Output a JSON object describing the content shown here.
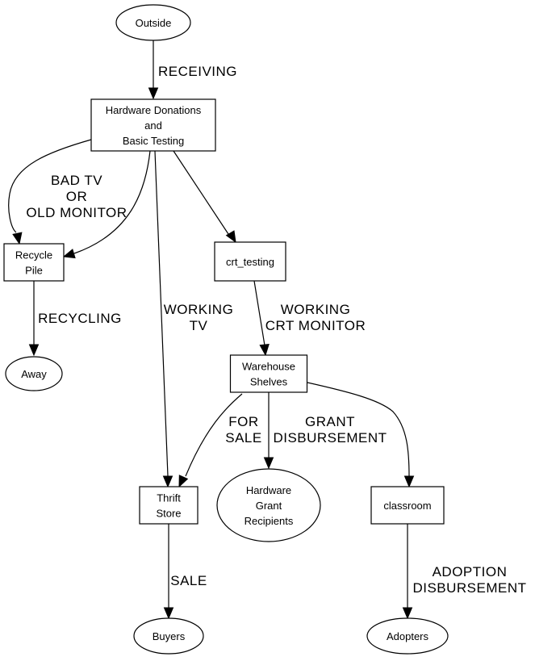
{
  "diagram": {
    "type": "directed-graph",
    "nodes": [
      {
        "id": "outside",
        "shape": "ellipse",
        "lines": [
          "Outside"
        ]
      },
      {
        "id": "hardware_donations",
        "shape": "box",
        "lines": [
          "Hardware Donations",
          "and",
          "Basic Testing"
        ]
      },
      {
        "id": "recycle_pile",
        "shape": "box",
        "lines": [
          "Recycle",
          "Pile"
        ]
      },
      {
        "id": "crt_testing",
        "shape": "box",
        "lines": [
          "crt_testing"
        ]
      },
      {
        "id": "away",
        "shape": "ellipse",
        "lines": [
          "Away"
        ]
      },
      {
        "id": "warehouse_shelves",
        "shape": "box",
        "lines": [
          "Warehouse",
          "Shelves"
        ]
      },
      {
        "id": "thrift_store",
        "shape": "box",
        "lines": [
          "Thrift",
          "Store"
        ]
      },
      {
        "id": "grant_recipients",
        "shape": "ellipse",
        "lines": [
          "Hardware",
          "Grant",
          "Recipients"
        ]
      },
      {
        "id": "classroom",
        "shape": "box",
        "lines": [
          "classroom"
        ]
      },
      {
        "id": "buyers",
        "shape": "ellipse",
        "lines": [
          "Buyers"
        ]
      },
      {
        "id": "adopters",
        "shape": "ellipse",
        "lines": [
          "Adopters"
        ]
      }
    ],
    "edges": [
      {
        "id": "e_receiving",
        "from": "outside",
        "to": "hardware_donations",
        "label": [
          "RECEIVING"
        ]
      },
      {
        "id": "e_bad_left",
        "from": "hardware_donations",
        "to": "recycle_pile",
        "label": []
      },
      {
        "id": "e_bad_right",
        "from": "hardware_donations",
        "to": "recycle_pile",
        "label": [
          "BAD TV",
          "OR",
          "OLD MONITOR"
        ]
      },
      {
        "id": "e_working_tv",
        "from": "hardware_donations",
        "to": "thrift_store",
        "label": [
          "WORKING",
          "TV"
        ]
      },
      {
        "id": "e_to_crt",
        "from": "hardware_donations",
        "to": "crt_testing",
        "label": []
      },
      {
        "id": "e_recycling",
        "from": "recycle_pile",
        "to": "away",
        "label": [
          "RECYCLING"
        ]
      },
      {
        "id": "e_working_crt",
        "from": "crt_testing",
        "to": "warehouse_shelves",
        "label": [
          "WORKING",
          "CRT MONITOR"
        ]
      },
      {
        "id": "e_for_sale",
        "from": "warehouse_shelves",
        "to": "thrift_store",
        "label": [
          "FOR",
          "SALE"
        ]
      },
      {
        "id": "e_grant",
        "from": "warehouse_shelves",
        "to": "grant_recipients",
        "label": [
          "GRANT",
          "DISBURSEMENT"
        ]
      },
      {
        "id": "e_classroom",
        "from": "warehouse_shelves",
        "to": "classroom",
        "label": []
      },
      {
        "id": "e_sale",
        "from": "thrift_store",
        "to": "buyers",
        "label": [
          "SALE"
        ]
      },
      {
        "id": "e_adoption",
        "from": "classroom",
        "to": "adopters",
        "label": [
          "ADOPTION",
          "DISBURSEMENT"
        ]
      }
    ]
  }
}
